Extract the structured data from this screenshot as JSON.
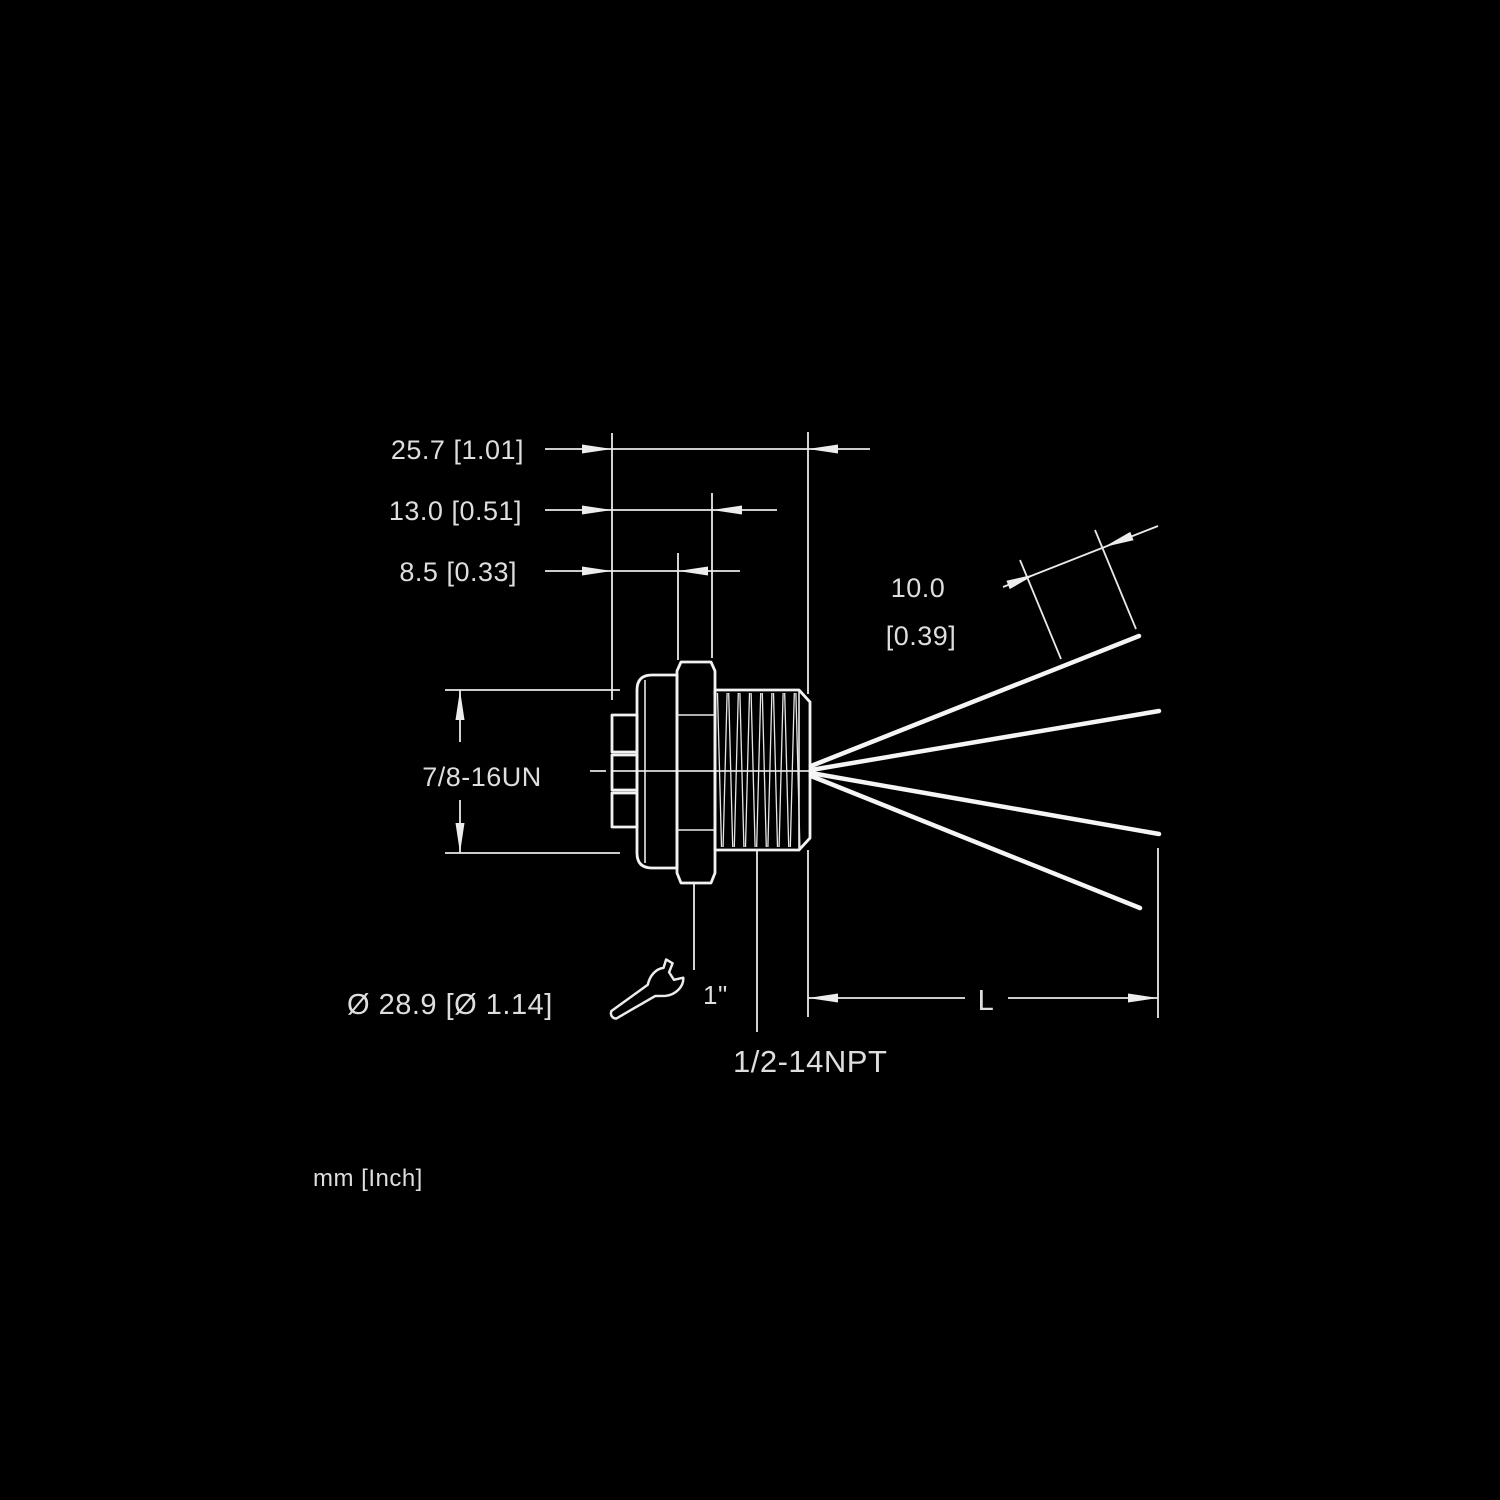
{
  "drawing": {
    "type": "technical-dimension-drawing",
    "units_note": "mm [Inch]",
    "labels": {
      "dim_overall_length": "25.7 [1.01]",
      "dim_to_hex_face": "13.0 [0.51]",
      "dim_body_depth": "8.5 [0.33]",
      "dim_wire_strip_line1": "10.0",
      "dim_wire_strip_line2": "[0.39]",
      "thread_receptacle": "7/8-16UN",
      "hex_diameter": "Ø 28.9 [Ø 1.14]",
      "wrench_size": "1\"",
      "thread_conduit": "1/2-14NPT",
      "lead_length": "L"
    },
    "icons": {
      "wrench": "wrench-icon"
    },
    "colors": {
      "background": "#000000",
      "line": "#f2f2f2",
      "text": "#dedede"
    }
  }
}
